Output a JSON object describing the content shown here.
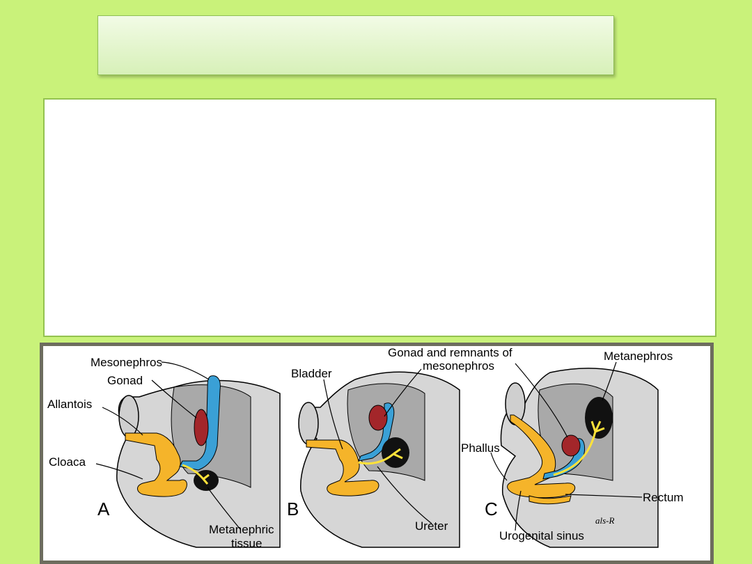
{
  "slide": {
    "background": "#c9f27a"
  },
  "figure": {
    "panels": [
      "A",
      "B",
      "C"
    ],
    "labels": {
      "mesonephros": "Mesonephros",
      "gonad": "Gonad",
      "allantois": "Allantois",
      "cloaca": "Cloaca",
      "metanephric_tissue_1": "Metanephric",
      "metanephric_tissue_2": "tissue",
      "bladder": "Bladder",
      "gonad_remnants_1": "Gonad and remnants of",
      "gonad_remnants_2": "mesonephros",
      "ureter": "Ureter",
      "metanephros": "Metanephros",
      "phallus": "Phallus",
      "rectum": "Rectum",
      "urogenital_sinus": "Urogenital sinus",
      "signature": "als-R"
    },
    "colors": {
      "embryo": "#d6d6d6",
      "interior": "#a9a9a9",
      "urinary": "#f5b42a",
      "mesonephros": "#3aa0d6",
      "gonad": "#a3262a",
      "kidney": "#111111",
      "ureter": "#ffe23a"
    }
  }
}
